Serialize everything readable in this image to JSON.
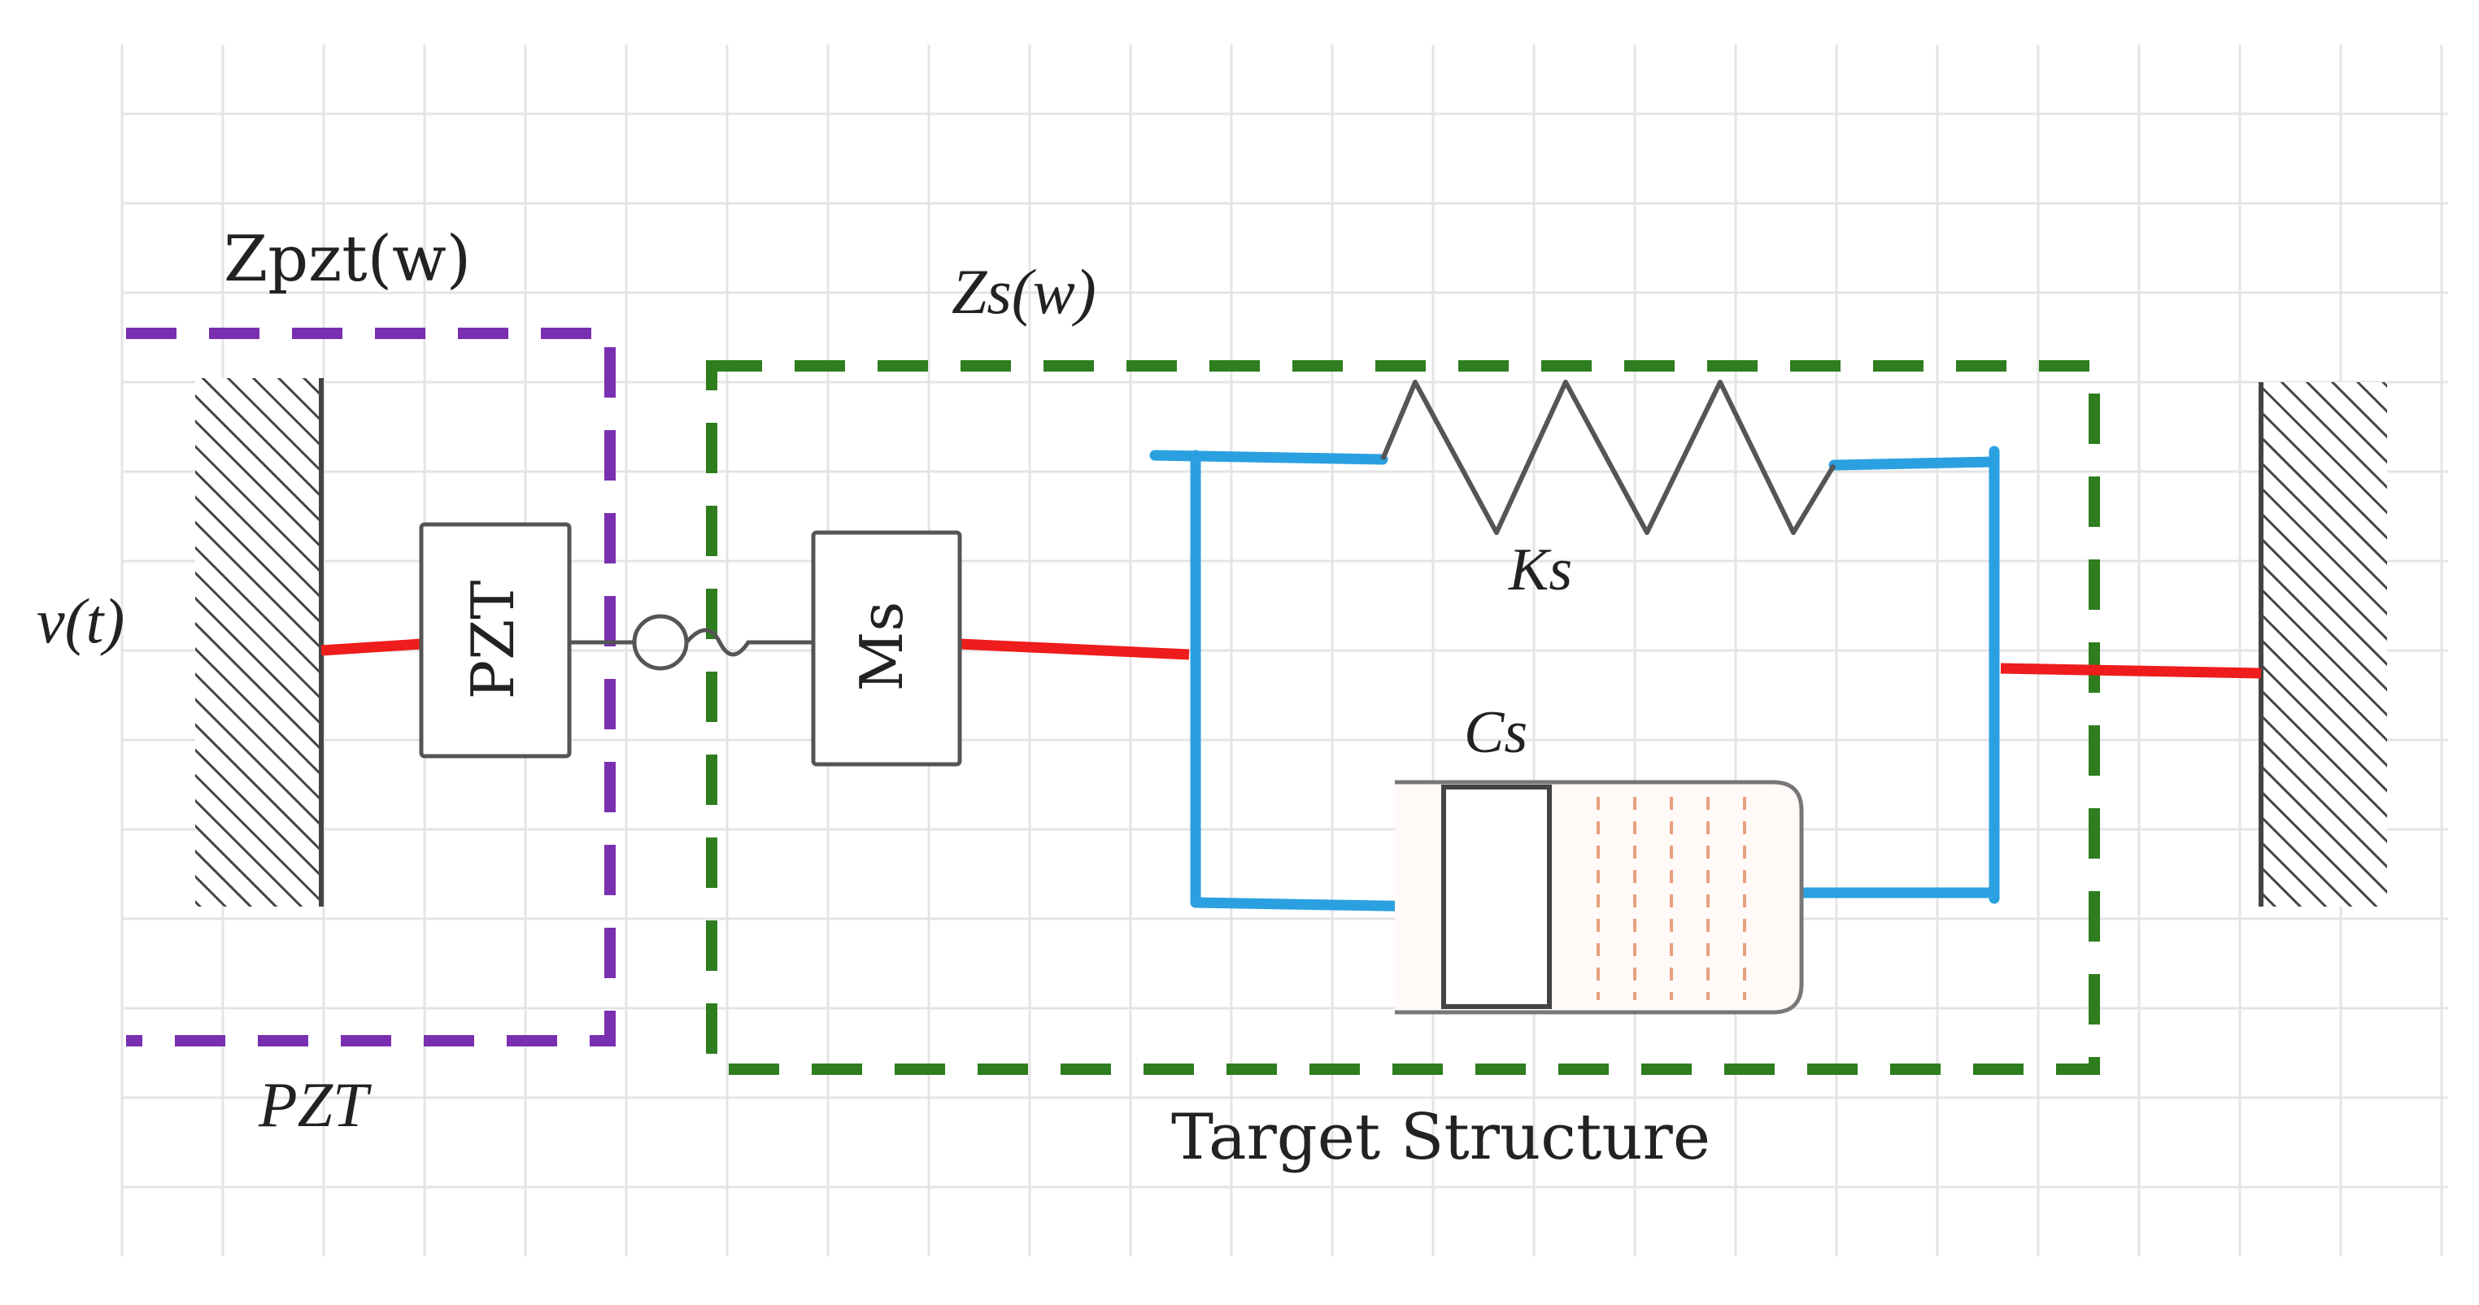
{
  "labels": {
    "zpzt": "Zpzt(w)",
    "zs": "Zs(w)",
    "vt": "v(t)",
    "pzt_box": "PZT",
    "ms_box": "Ms",
    "ks": "Ks",
    "cs": "Cs",
    "pzt_caption": "PZT",
    "target": "Target Structure"
  },
  "colors": {
    "grid": "#e4e4e4",
    "purple_boundary": "#7a2fb0",
    "green_boundary": "#2e7d1f",
    "red_link": "#ee1c1c",
    "blue_frame": "#2aa0e0",
    "element_stroke": "#555555",
    "hatch": "#444444",
    "damper_fluid": "#e8a080"
  }
}
